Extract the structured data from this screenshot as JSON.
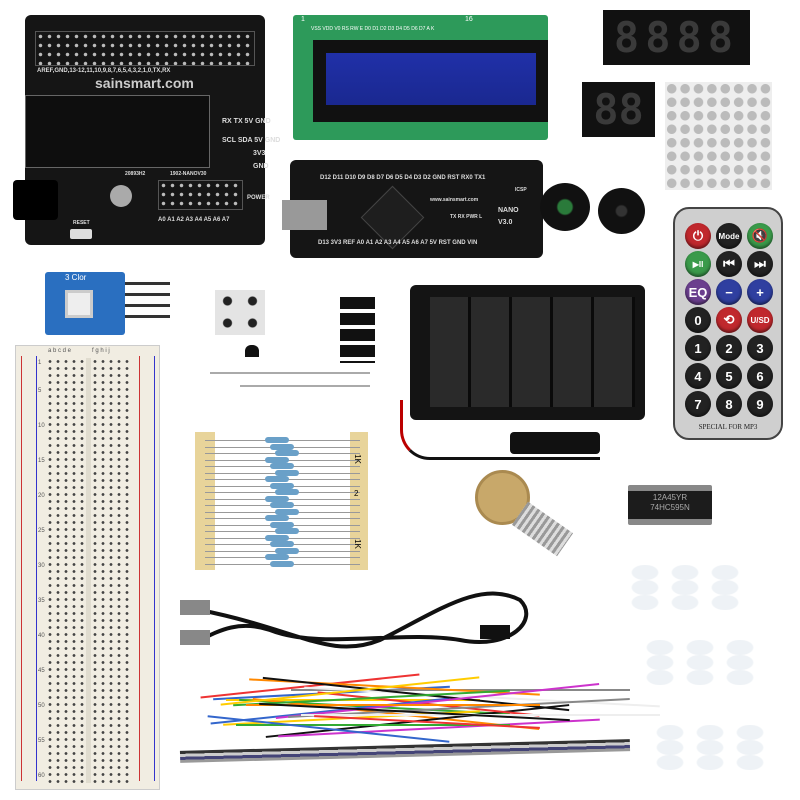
{
  "shield": {
    "brand": "sainsmart.com",
    "pins_top": [
      "AREF",
      "GND",
      "13-12",
      "11",
      "10",
      "9",
      "8",
      "7",
      "6",
      "5",
      "4",
      "3",
      "2",
      "1",
      "0",
      "TX",
      "RX"
    ],
    "header1": "RX TX 5V GND",
    "header2": "SCL SDA 5V GND",
    "label_3v3": "3V3",
    "label_gnd": "GND",
    "code1": "20893H2",
    "code2": "1902-NANOV30",
    "power": "POWER",
    "reset": "RESET",
    "analog": "A0 A1 A2 A3 A4 A5 A6 A7"
  },
  "lcd": {
    "pin_first": "1",
    "pin_last": "16",
    "pins": "VSS VDD V0 RS RW E D0 D1 D2 D3 D4 D5 D6 D7 A K"
  },
  "nano": {
    "top_pins": "D12 D11 D10 D9 D8 D7 D6 D5 D4 D3 D2 GND RST RX0 TX1",
    "bottom_pins": "D13 3V3 REF A0 A1 A2 A3 A4 A5 A6 A7 5V RST GND VIN",
    "name": "NANO",
    "version": "V3.0",
    "site": "www.sainsmart.com",
    "leds": "TX RX PWR L",
    "icsp": "ICSP"
  },
  "displays": {
    "four_digit": "8888",
    "two_digit": "88"
  },
  "rgb_module": {
    "label": "3 Clor"
  },
  "remote": {
    "buttons": [
      "⏻",
      "Mode",
      "🔇",
      "▶II",
      "⏮",
      "⏭",
      "EQ",
      "−",
      "+",
      "0",
      "⟲",
      "U/SD",
      "1",
      "2",
      "3",
      "4",
      "5",
      "6",
      "7",
      "8",
      "9"
    ],
    "footer": "SPECIAL FOR MP3",
    "colors": {
      "red": "#c0282d",
      "green": "#3a9a4a",
      "purple": "#6b3f8e",
      "blue": "#2f3fa0",
      "black": "#222222"
    }
  },
  "resistors": {
    "tags": [
      "1K",
      "2",
      "1K"
    ]
  },
  "ic": {
    "line1": "12A45YR",
    "line2": "74HC595N"
  },
  "breadboard": {
    "cols_left": "a b c d e",
    "cols_right": "f g h i j",
    "rows": [
      "1",
      "5",
      "10",
      "15",
      "20",
      "25",
      "30",
      "35",
      "40",
      "45",
      "50",
      "55",
      "60"
    ]
  }
}
